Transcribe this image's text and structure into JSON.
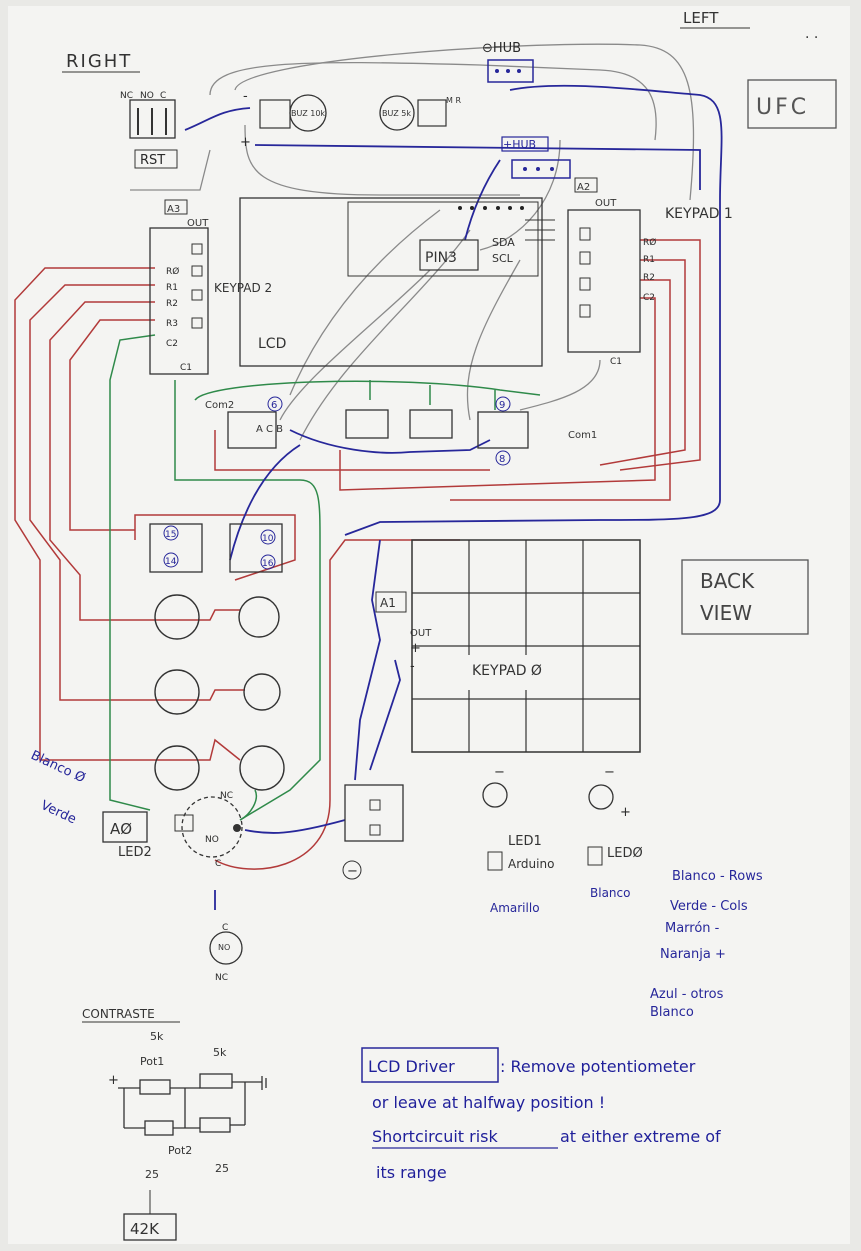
{
  "colors": {
    "paper": "#f4f4f2",
    "pencil": "#3a3a3a",
    "blue_ink": "#27279a",
    "red_wire": "#b23a3a",
    "green_wire": "#2f8a4a",
    "gray_wire": "#8a8a8a"
  },
  "labels": {
    "right": "RIGHT",
    "left": "LEFT",
    "ufc": "UFC",
    "hub_neg": "⊖HUB",
    "hub_pos": "+HUB",
    "rst_nc": "NC",
    "rst_no": "NO",
    "rst_c": "C",
    "rst": "RST",
    "buz1": "BUZ 10k",
    "buz2": "BUZ 5k",
    "mr": "M R",
    "lcd": "LCD",
    "pin3": "PIN3",
    "sda": "SDA",
    "scl": "SCL",
    "a2": "A2",
    "a3": "A3",
    "out": "OUT",
    "keypad1": "KEYPAD 1",
    "keypad2": "KEYPAD 2",
    "keypad0": "KEYPAD Ø",
    "r0": "RØ",
    "r1": "R1",
    "r2": "R2",
    "r3": "R3",
    "c1": "C1",
    "c2": "C2",
    "com1": "Com1",
    "com2": "Com2",
    "n6": "6",
    "n8": "8",
    "n9": "9",
    "n14": "14",
    "n15": "15",
    "n16": "16",
    "n10": "10",
    "back_view": "BACK VIEW",
    "a1": "A1",
    "a0": "AØ",
    "led2": "LED2",
    "led1": "LED1",
    "led0": "LEDØ",
    "arduino": "Arduino",
    "amarillo": "Amarillo",
    "blanco": "Blanco",
    "blanco_0": "Blanco Ø",
    "verde": "Verde",
    "legend_rows": "Blanco - Rows",
    "legend_cols": "Verde - Cols",
    "legend_marron": "Marrón -",
    "legend_naranja": "Naranja +",
    "legend_azul": "Azul - otros",
    "legend_blanco": "Blanco",
    "contraste": "CONTRASTE",
    "pot1": "Pot1",
    "pot2": "Pot2",
    "r5k_a": "5k",
    "r5k_b": "5k",
    "r25_a": "25",
    "r25_b": "25",
    "r42k": "42K",
    "nc_main": "NC",
    "no_main": "NO",
    "c_main": "C",
    "lcd_driver": "LCD Driver",
    "note_line1": ": Remove potentiometer",
    "note_line2": "or leave at halfway position !",
    "note_line3a": "Shortcircuit risk",
    "note_line3b": " at either extreme of",
    "note_line4": "its range"
  }
}
